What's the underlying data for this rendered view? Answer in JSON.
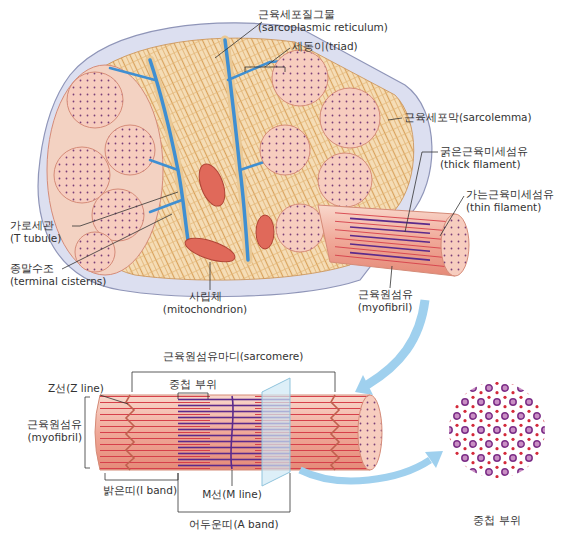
{
  "diagram": {
    "labels": [
      "근육세포질그물 (sarcoplasmic reticulum)",
      "세동이(triad)",
      "근육세포막(sarcolemma)",
      "굵은근육미세섬유 (thick filament)",
      "가는근육미세섬유 (thin filament)",
      "가로세관 (T tubule)",
      "종말수조 (terminal cisterns)",
      "사립체 (mitochondrion)",
      "근육원섬유 (myofibril)",
      "근육원섬유마디(sarcomere)",
      "중첩 부위",
      "Z선(Z line)",
      "근육원섬유 (myofibril)",
      "밝은띠(I band)",
      "M선(M line)",
      "어두운띠(A band)",
      "중첩 부위"
    ]
  }
}
